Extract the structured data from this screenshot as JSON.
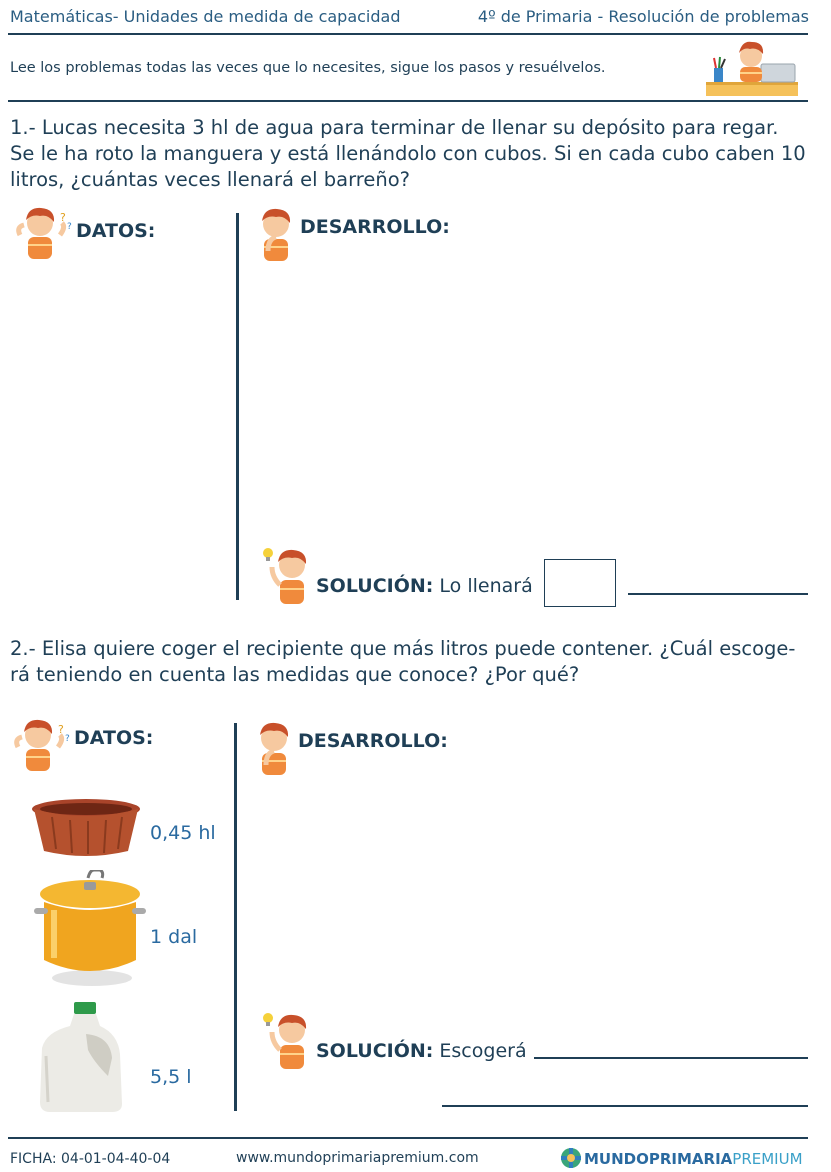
{
  "header": {
    "subject": "Matemáticas- Unidades de medida de capacidad",
    "course": "4º de Primaria - Resolución de problemas"
  },
  "instructions": "Lee los problemas todas las veces que lo necesites, sigue los pasos y resuélvelos.",
  "problem1": {
    "statement_lines": [
      "1.- Lucas necesita 3 hl de agua para terminar de llenar su depósito para regar.",
      "Se le ha roto la manguera y está llenándolo con cubos. Si en cada cubo caben 10",
      "litros, ¿cuántas veces llenará el barreño?"
    ],
    "datos_label": "DATOS:",
    "desarrollo_label": "DESARROLLO:",
    "solution_label": "SOLUCIÓN:",
    "solution_text": "Lo llenará"
  },
  "problem2": {
    "statement_lines": [
      "2.- Elisa quiere coger el recipiente que más litros puede contener. ¿Cuál escoge-",
      "rá teniendo en cuenta las medidas que conoce? ¿Por qué?"
    ],
    "datos_label": "DATOS:",
    "desarrollo_label": "DESARROLLO:",
    "solution_label": "SOLUCIÓN:",
    "solution_text": "Escogerá",
    "containers": [
      {
        "icon": "basin-icon",
        "measure": "0,45 hl"
      },
      {
        "icon": "pot-icon",
        "measure": "1 dal"
      },
      {
        "icon": "jug-icon",
        "measure": "5,5 l"
      }
    ]
  },
  "footer": {
    "ficha_label": "FICHA:",
    "ficha_code": "04-01-04-40-04",
    "website": "www.mundoprimariapremium.com",
    "logo_mundo": "MUNDO",
    "logo_primaria": "PRIMARIA",
    "logo_premium": "PREMIUM"
  },
  "colors": {
    "ink": "#1f3f56",
    "accent_blue": "#2a6aa0",
    "hair": "#c8502a",
    "shirt": "#f08a3c",
    "logo_green": "#3aa57a"
  }
}
